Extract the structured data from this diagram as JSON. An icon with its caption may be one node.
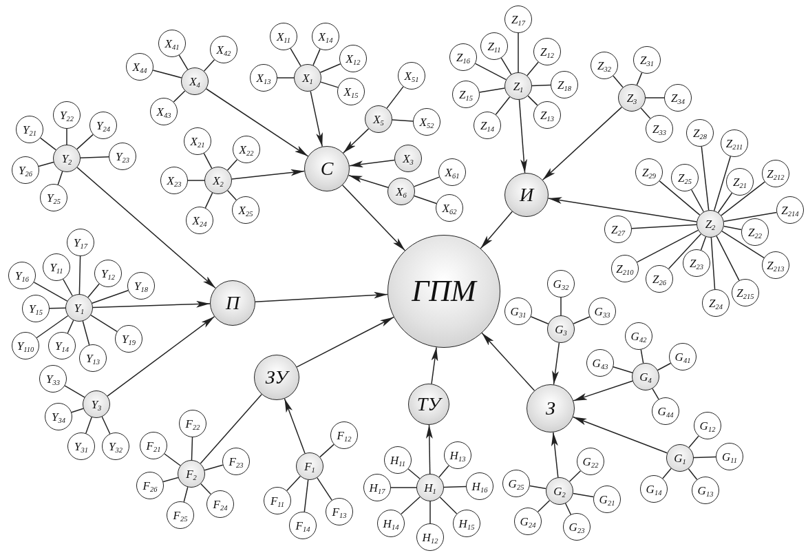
{
  "diagram": {
    "nodes": [
      {
        "text": [
          "ГПМ"
        ]
      },
      {
        "text": [
          "С"
        ]
      },
      {
        "text": [
          "И"
        ]
      },
      {
        "text": [
          "П"
        ]
      },
      {
        "text": [
          "ЗУ"
        ]
      },
      {
        "text": [
          "ТУ"
        ]
      },
      {
        "text": [
          "З"
        ]
      },
      {
        "text": [
          "X$_{4}$"
        ]
      },
      {
        "text": [
          "X$_{41}$"
        ]
      },
      {
        "text": [
          "X$_{42}$"
        ]
      },
      {
        "text": [
          "X$_{44}$"
        ]
      },
      {
        "text": [
          "X$_{43}$"
        ]
      },
      {
        "text": [
          "X$_{1}$"
        ]
      },
      {
        "text": [
          "X$_{11}$"
        ]
      },
      {
        "text": [
          "X$_{14}$"
        ]
      },
      {
        "text": [
          "X$_{12}$"
        ]
      },
      {
        "text": [
          "X$_{13}$"
        ]
      },
      {
        "text": [
          "X$_{15}$"
        ]
      },
      {
        "text": [
          "X$_{5}$"
        ]
      },
      {
        "text": [
          "X$_{51}$"
        ]
      },
      {
        "text": [
          "X$_{52}$"
        ]
      },
      {
        "text": [
          "X$_{2}$"
        ]
      },
      {
        "text": [
          "X$_{21}$"
        ]
      },
      {
        "text": [
          "X$_{22}$"
        ]
      },
      {
        "text": [
          "X$_{23}$"
        ]
      },
      {
        "text": [
          "X$_{24}$"
        ]
      },
      {
        "text": [
          "X$_{25}$"
        ]
      },
      {
        "text": [
          "X$_{3}$"
        ]
      },
      {
        "text": [
          "X$_{6}$"
        ]
      },
      {
        "text": [
          "X$_{61}$"
        ]
      },
      {
        "text": [
          "X$_{62}$"
        ]
      },
      {
        "text": [
          "Z$_{1}$"
        ]
      },
      {
        "text": [
          "Z$_{17}$"
        ]
      },
      {
        "text": [
          "Z$_{16}$"
        ]
      },
      {
        "text": [
          "Z$_{11}$"
        ]
      },
      {
        "text": [
          "Z$_{12}$"
        ]
      },
      {
        "text": [
          "Z$_{15}$"
        ]
      },
      {
        "text": [
          "Z$_{18}$"
        ]
      },
      {
        "text": [
          "Z$_{14}$"
        ]
      },
      {
        "text": [
          "Z$_{13}$"
        ]
      },
      {
        "text": [
          "Z$_{3}$"
        ]
      },
      {
        "text": [
          "Z$_{32}$"
        ]
      },
      {
        "text": [
          "Z$_{31}$"
        ]
      },
      {
        "text": [
          "Z$_{34}$"
        ]
      },
      {
        "text": [
          "Z$_{33}$"
        ]
      },
      {
        "text": [
          "Z$_{2}$"
        ]
      },
      {
        "text": [
          "Z$_{28}$"
        ]
      },
      {
        "text": [
          "Z$_{211}$"
        ]
      },
      {
        "text": [
          "Z$_{29}$"
        ]
      },
      {
        "text": [
          "Z$_{25}$"
        ]
      },
      {
        "text": [
          "Z$_{21}$"
        ]
      },
      {
        "text": [
          "Z$_{212}$"
        ]
      },
      {
        "text": [
          "Z$_{214}$"
        ]
      },
      {
        "text": [
          "Z$_{27}$"
        ]
      },
      {
        "text": [
          "Z$_{22}$"
        ]
      },
      {
        "text": [
          "Z$_{210}$"
        ]
      },
      {
        "text": [
          "Z$_{23}$"
        ]
      },
      {
        "text": [
          "Z$_{213}$"
        ]
      },
      {
        "text": [
          "Z$_{26}$"
        ]
      },
      {
        "text": [
          "Z$_{24}$"
        ]
      },
      {
        "text": [
          "Z$_{215}$"
        ]
      },
      {
        "text": [
          "Y$_{2}$"
        ]
      },
      {
        "text": [
          "Y$_{21}$"
        ]
      },
      {
        "text": [
          "Y$_{22}$"
        ]
      },
      {
        "text": [
          "Y$_{24}$"
        ]
      },
      {
        "text": [
          "Y$_{23}$"
        ]
      },
      {
        "text": [
          "Y$_{26}$"
        ]
      },
      {
        "text": [
          "Y$_{25}$"
        ]
      },
      {
        "text": [
          "Y$_{1}$"
        ]
      },
      {
        "text": [
          "Y$_{17}$"
        ]
      },
      {
        "text": [
          "Y$_{11}$"
        ]
      },
      {
        "text": [
          "Y$_{16}$"
        ]
      },
      {
        "text": [
          "Y$_{12}$"
        ]
      },
      {
        "text": [
          "Y$_{18}$"
        ]
      },
      {
        "text": [
          "Y$_{15}$"
        ]
      },
      {
        "text": [
          "Y$_{110}$"
        ]
      },
      {
        "text": [
          "Y$_{14}$"
        ]
      },
      {
        "text": [
          "Y$_{13}$"
        ]
      },
      {
        "text": [
          "Y$_{19}$"
        ]
      },
      {
        "text": [
          "Y$_{3}$"
        ]
      },
      {
        "text": [
          "Y$_{33}$"
        ]
      },
      {
        "text": [
          "Y$_{34}$"
        ]
      },
      {
        "text": [
          "Y$_{31}$"
        ]
      },
      {
        "text": [
          "Y$_{32}$"
        ]
      },
      {
        "text": [
          "G$_{3}$"
        ]
      },
      {
        "text": [
          "G$_{32}$"
        ]
      },
      {
        "text": [
          "G$_{31}$"
        ]
      },
      {
        "text": [
          "G$_{33}$"
        ]
      },
      {
        "text": [
          "G$_{4}$"
        ]
      },
      {
        "text": [
          "G$_{42}$"
        ]
      },
      {
        "text": [
          "G$_{43}$"
        ]
      },
      {
        "text": [
          "G$_{41}$"
        ]
      },
      {
        "text": [
          "G$_{44}$"
        ]
      },
      {
        "text": [
          "F$_{2}$"
        ]
      },
      {
        "text": [
          "F$_{22}$"
        ]
      },
      {
        "text": [
          "F$_{21}$"
        ]
      },
      {
        "text": [
          "F$_{23}$"
        ]
      },
      {
        "text": [
          "F$_{26}$"
        ]
      },
      {
        "text": [
          "F$_{25}$"
        ]
      },
      {
        "text": [
          "F$_{24}$"
        ]
      },
      {
        "text": [
          "F$_{1}$"
        ]
      },
      {
        "text": [
          "F$_{12}$"
        ]
      },
      {
        "text": [
          "F$_{11}$"
        ]
      },
      {
        "text": [
          "F$_{14}$"
        ]
      },
      {
        "text": [
          "F$_{13}$"
        ]
      },
      {
        "text": [
          "H$_{1}$"
        ]
      },
      {
        "text": [
          "H$_{11}$"
        ]
      },
      {
        "text": [
          "H$_{13}$"
        ]
      },
      {
        "text": [
          "H$_{17}$"
        ]
      },
      {
        "text": [
          "H$_{16}$"
        ]
      },
      {
        "text": [
          "H$_{14}$"
        ]
      },
      {
        "text": [
          "H$_{12}$"
        ]
      },
      {
        "text": [
          "H$_{15}$"
        ]
      },
      {
        "text": [
          "G$_{1}$"
        ]
      },
      {
        "text": [
          "G$_{12}$"
        ]
      },
      {
        "text": [
          "G$_{11}$"
        ]
      },
      {
        "text": [
          "G$_{14}$"
        ]
      },
      {
        "text": [
          "G$_{13}$"
        ]
      },
      {
        "text": [
          "G$_{2}$"
        ]
      },
      {
        "text": [
          "G$_{22}$"
        ]
      },
      {
        "text": [
          "G$_{25}$"
        ]
      },
      {
        "text": [
          "G$_{21}$"
        ]
      },
      {
        "text": [
          "G$_{24}$"
        ]
      },
      {
        "text": [
          "G$_{23}$"
        ]
      }
    ],
    "edges": [
      {
        "from": 1,
        "to": 0,
        "arrow": "to"
      },
      {
        "from": 2,
        "to": 0,
        "arrow": "to"
      },
      {
        "from": 3,
        "to": 0,
        "arrow": "to"
      },
      {
        "from": 4,
        "to": 0,
        "arrow": "to"
      },
      {
        "from": 5,
        "to": 0,
        "arrow": "to"
      },
      {
        "from": 6,
        "to": 0,
        "arrow": "to"
      },
      {
        "from": 7,
        "to": 1,
        "arrow": "to"
      },
      {
        "from": 7,
        "to": 8,
        "arrow": "none"
      },
      {
        "from": 7,
        "to": 9,
        "arrow": "none"
      },
      {
        "from": 7,
        "to": 10,
        "arrow": "none"
      },
      {
        "from": 7,
        "to": 11,
        "arrow": "none"
      },
      {
        "from": 12,
        "to": 1,
        "arrow": "to"
      },
      {
        "from": 12,
        "to": 13,
        "arrow": "none"
      },
      {
        "from": 12,
        "to": 14,
        "arrow": "none"
      },
      {
        "from": 12,
        "to": 15,
        "arrow": "none"
      },
      {
        "from": 12,
        "to": 16,
        "arrow": "none"
      },
      {
        "from": 12,
        "to": 17,
        "arrow": "none"
      },
      {
        "from": 18,
        "to": 1,
        "arrow": "to"
      },
      {
        "from": 18,
        "to": 19,
        "arrow": "none"
      },
      {
        "from": 18,
        "to": 20,
        "arrow": "none"
      },
      {
        "from": 21,
        "to": 1,
        "arrow": "to"
      },
      {
        "from": 21,
        "to": 22,
        "arrow": "none"
      },
      {
        "from": 21,
        "to": 23,
        "arrow": "none"
      },
      {
        "from": 21,
        "to": 24,
        "arrow": "none"
      },
      {
        "from": 21,
        "to": 25,
        "arrow": "none"
      },
      {
        "from": 21,
        "to": 26,
        "arrow": "none"
      },
      {
        "from": 27,
        "to": 1,
        "arrow": "to"
      },
      {
        "from": 28,
        "to": 1,
        "arrow": "to"
      },
      {
        "from": 28,
        "to": 29,
        "arrow": "none"
      },
      {
        "from": 28,
        "to": 30,
        "arrow": "none"
      },
      {
        "from": 31,
        "to": 2,
        "arrow": "to"
      },
      {
        "from": 31,
        "to": 32,
        "arrow": "none"
      },
      {
        "from": 31,
        "to": 33,
        "arrow": "none"
      },
      {
        "from": 31,
        "to": 34,
        "arrow": "none"
      },
      {
        "from": 31,
        "to": 35,
        "arrow": "none"
      },
      {
        "from": 31,
        "to": 36,
        "arrow": "none"
      },
      {
        "from": 31,
        "to": 37,
        "arrow": "none"
      },
      {
        "from": 31,
        "to": 38,
        "arrow": "none"
      },
      {
        "from": 31,
        "to": 39,
        "arrow": "none"
      },
      {
        "from": 40,
        "to": 2,
        "arrow": "to"
      },
      {
        "from": 40,
        "to": 41,
        "arrow": "none"
      },
      {
        "from": 40,
        "to": 42,
        "arrow": "none"
      },
      {
        "from": 40,
        "to": 43,
        "arrow": "none"
      },
      {
        "from": 40,
        "to": 44,
        "arrow": "none"
      },
      {
        "from": 45,
        "to": 2,
        "arrow": "to"
      },
      {
        "from": 45,
        "to": 46,
        "arrow": "none"
      },
      {
        "from": 45,
        "to": 47,
        "arrow": "none"
      },
      {
        "from": 45,
        "to": 48,
        "arrow": "none"
      },
      {
        "from": 45,
        "to": 49,
        "arrow": "none"
      },
      {
        "from": 45,
        "to": 50,
        "arrow": "none"
      },
      {
        "from": 45,
        "to": 51,
        "arrow": "none"
      },
      {
        "from": 45,
        "to": 52,
        "arrow": "none"
      },
      {
        "from": 45,
        "to": 53,
        "arrow": "none"
      },
      {
        "from": 45,
        "to": 54,
        "arrow": "none"
      },
      {
        "from": 45,
        "to": 55,
        "arrow": "none"
      },
      {
        "from": 45,
        "to": 56,
        "arrow": "none"
      },
      {
        "from": 45,
        "to": 57,
        "arrow": "none"
      },
      {
        "from": 45,
        "to": 58,
        "arrow": "none"
      },
      {
        "from": 45,
        "to": 59,
        "arrow": "none"
      },
      {
        "from": 45,
        "to": 60,
        "arrow": "none"
      },
      {
        "from": 61,
        "to": 3,
        "arrow": "to"
      },
      {
        "from": 61,
        "to": 62,
        "arrow": "none"
      },
      {
        "from": 61,
        "to": 63,
        "arrow": "none"
      },
      {
        "from": 61,
        "to": 64,
        "arrow": "none"
      },
      {
        "from": 61,
        "to": 65,
        "arrow": "none"
      },
      {
        "from": 61,
        "to": 66,
        "arrow": "none"
      },
      {
        "from": 61,
        "to": 67,
        "arrow": "none"
      },
      {
        "from": 68,
        "to": 3,
        "arrow": "to"
      },
      {
        "from": 68,
        "to": 69,
        "arrow": "none"
      },
      {
        "from": 68,
        "to": 70,
        "arrow": "none"
      },
      {
        "from": 68,
        "to": 71,
        "arrow": "none"
      },
      {
        "from": 68,
        "to": 72,
        "arrow": "none"
      },
      {
        "from": 68,
        "to": 73,
        "arrow": "none"
      },
      {
        "from": 68,
        "to": 74,
        "arrow": "none"
      },
      {
        "from": 68,
        "to": 75,
        "arrow": "none"
      },
      {
        "from": 68,
        "to": 76,
        "arrow": "none"
      },
      {
        "from": 68,
        "to": 77,
        "arrow": "none"
      },
      {
        "from": 68,
        "to": 78,
        "arrow": "none"
      },
      {
        "from": 79,
        "to": 3,
        "arrow": "to"
      },
      {
        "from": 79,
        "to": 80,
        "arrow": "none"
      },
      {
        "from": 79,
        "to": 81,
        "arrow": "none"
      },
      {
        "from": 79,
        "to": 82,
        "arrow": "none"
      },
      {
        "from": 79,
        "to": 83,
        "arrow": "none"
      },
      {
        "from": 84,
        "to": 6,
        "arrow": "to"
      },
      {
        "from": 84,
        "to": 85,
        "arrow": "none"
      },
      {
        "from": 84,
        "to": 86,
        "arrow": "none"
      },
      {
        "from": 84,
        "to": 87,
        "arrow": "none"
      },
      {
        "from": 88,
        "to": 6,
        "arrow": "to"
      },
      {
        "from": 88,
        "to": 89,
        "arrow": "none"
      },
      {
        "from": 88,
        "to": 90,
        "arrow": "none"
      },
      {
        "from": 88,
        "to": 91,
        "arrow": "none"
      },
      {
        "from": 88,
        "to": 92,
        "arrow": "none"
      },
      {
        "from": 93,
        "to": 4,
        "arrow": "none"
      },
      {
        "from": 93,
        "to": 94,
        "arrow": "none"
      },
      {
        "from": 93,
        "to": 95,
        "arrow": "none"
      },
      {
        "from": 93,
        "to": 96,
        "arrow": "none"
      },
      {
        "from": 93,
        "to": 97,
        "arrow": "none"
      },
      {
        "from": 93,
        "to": 98,
        "arrow": "none"
      },
      {
        "from": 93,
        "to": 99,
        "arrow": "none"
      },
      {
        "from": 100,
        "to": 4,
        "arrow": "to"
      },
      {
        "from": 100,
        "to": 101,
        "arrow": "none"
      },
      {
        "from": 100,
        "to": 102,
        "arrow": "none"
      },
      {
        "from": 100,
        "to": 103,
        "arrow": "none"
      },
      {
        "from": 100,
        "to": 104,
        "arrow": "none"
      },
      {
        "from": 105,
        "to": 5,
        "arrow": "to"
      },
      {
        "from": 105,
        "to": 106,
        "arrow": "none"
      },
      {
        "from": 105,
        "to": 107,
        "arrow": "none"
      },
      {
        "from": 105,
        "to": 108,
        "arrow": "none"
      },
      {
        "from": 105,
        "to": 109,
        "arrow": "none"
      },
      {
        "from": 105,
        "to": 110,
        "arrow": "none"
      },
      {
        "from": 105,
        "to": 111,
        "arrow": "none"
      },
      {
        "from": 105,
        "to": 112,
        "arrow": "none"
      },
      {
        "from": 113,
        "to": 6,
        "arrow": "to"
      },
      {
        "from": 113,
        "to": 114,
        "arrow": "none"
      },
      {
        "from": 113,
        "to": 115,
        "arrow": "none"
      },
      {
        "from": 113,
        "to": 116,
        "arrow": "none"
      },
      {
        "from": 113,
        "to": 117,
        "arrow": "none"
      },
      {
        "from": 118,
        "to": 6,
        "arrow": "to"
      },
      {
        "from": 118,
        "to": 119,
        "arrow": "none"
      },
      {
        "from": 118,
        "to": 120,
        "arrow": "none"
      },
      {
        "from": 118,
        "to": 121,
        "arrow": "none"
      },
      {
        "from": 118,
        "to": 122,
        "arrow": "none"
      },
      {
        "from": 118,
        "to": 123,
        "arrow": "none"
      }
    ]
  }
}
